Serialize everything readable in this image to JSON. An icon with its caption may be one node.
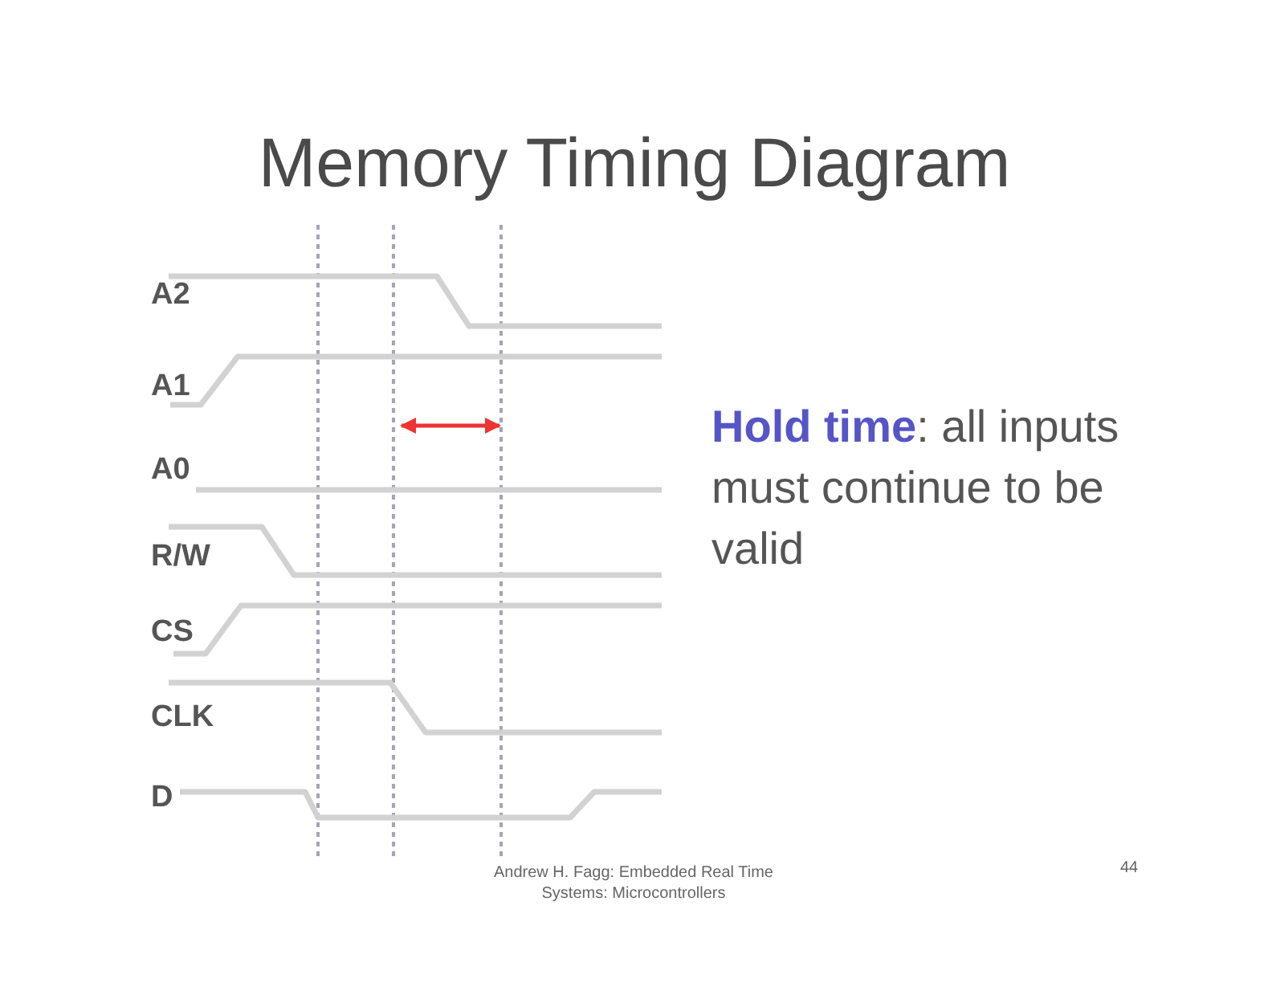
{
  "diagram": {
    "title": "Memory Timing Diagram",
    "labels": [
      "A2",
      "A1",
      "A0",
      "R/W",
      "CS",
      "CLK",
      "D",
      "**Hold time**: all inputs must continue to be valid",
      "Andrew H. Fagg: Embedded Real Time Systems: Microcontrollers",
      "44"
    ]
  }
}
